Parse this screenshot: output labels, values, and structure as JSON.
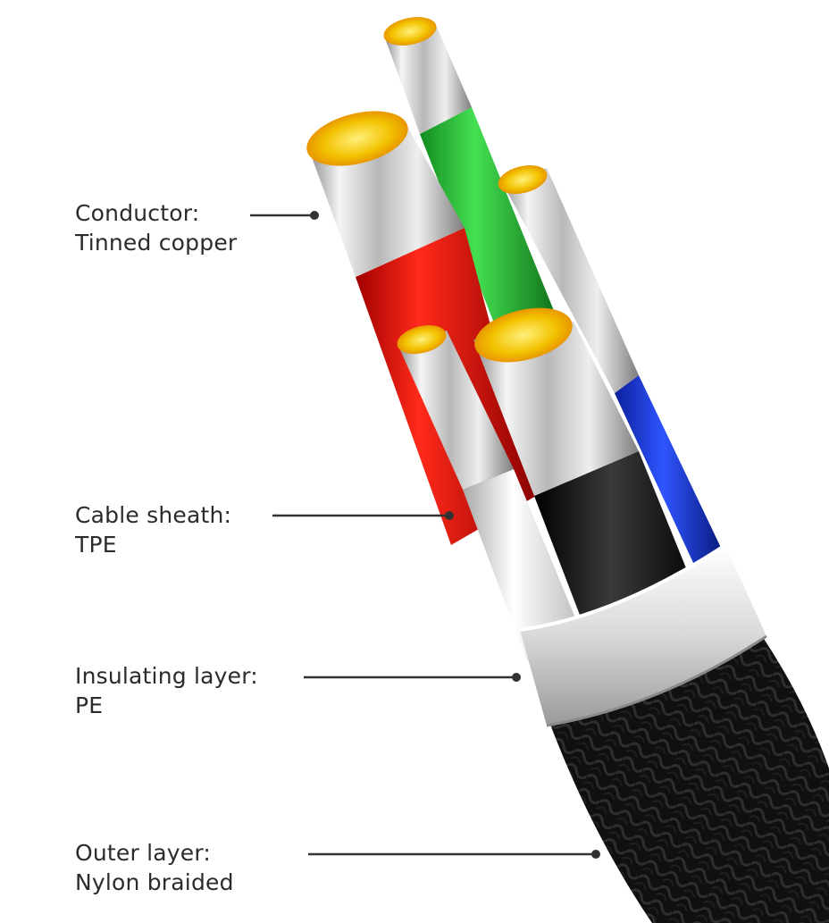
{
  "callouts": [
    {
      "title": "Conductor:",
      "value": "Tinned copper"
    },
    {
      "title": "Cable sheath:",
      "value": "TPE"
    },
    {
      "title": "Insulating layer:",
      "value": "PE"
    },
    {
      "title": "Outer layer:",
      "value": "Nylon braided"
    }
  ],
  "colors": {
    "text": "#2b2b2b",
    "leader": "#333333",
    "wire_green": "#2fc43a",
    "wire_red": "#e01212",
    "wire_blue": "#1d3fe0",
    "wire_black": "#111111",
    "wire_white": "#e8e8e8",
    "copper": "#f2c200",
    "braid": "#1a1a1a"
  }
}
